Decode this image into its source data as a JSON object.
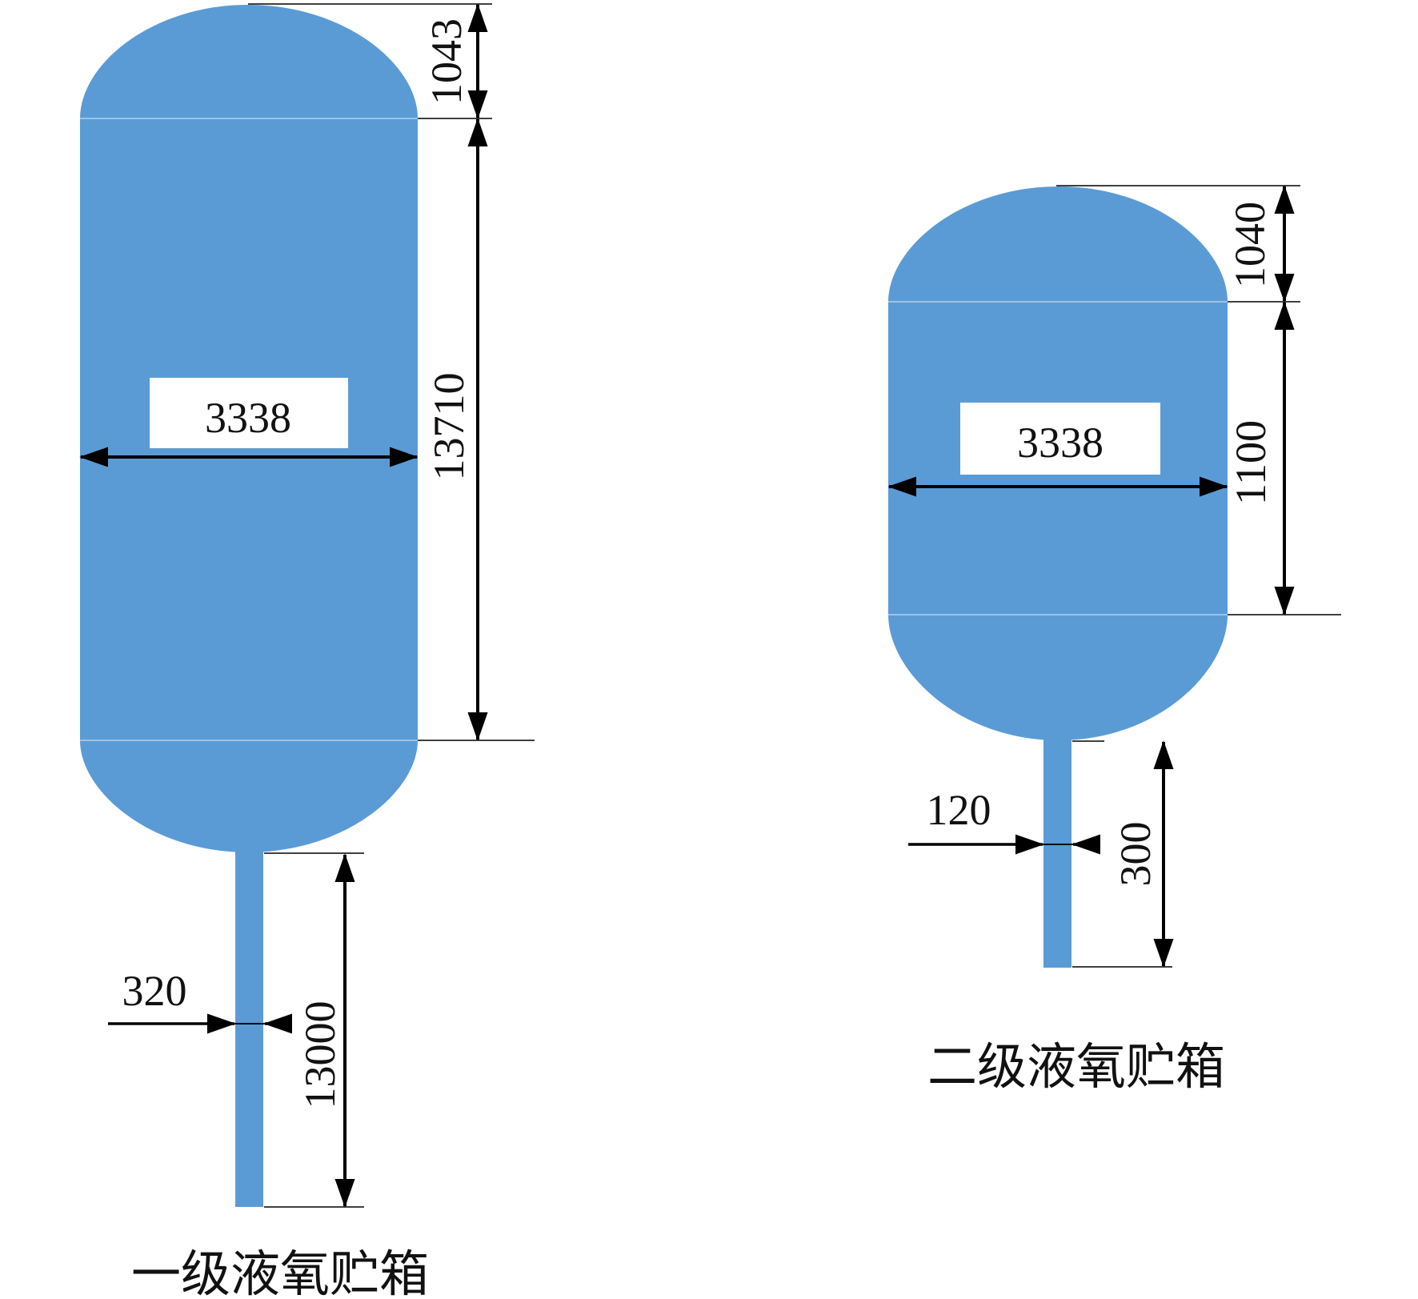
{
  "figure": {
    "colors": {
      "tank": "#5b9bd5",
      "seam": "#9dc3e6",
      "ink": "#000000",
      "label_bg": "#ffffff"
    },
    "tanks": [
      {
        "caption": "一级液氧贮箱",
        "dims": {
          "top_head_height": "1043",
          "body_height": "13710",
          "diameter": "3338",
          "pipe_length": "13000",
          "pipe_diameter": "320"
        }
      },
      {
        "caption": "二级液氧贮箱",
        "dims": {
          "top_head_height": "1040",
          "body_height": "1100",
          "diameter": "3338",
          "pipe_length": "300",
          "pipe_diameter": "120"
        }
      }
    ]
  }
}
